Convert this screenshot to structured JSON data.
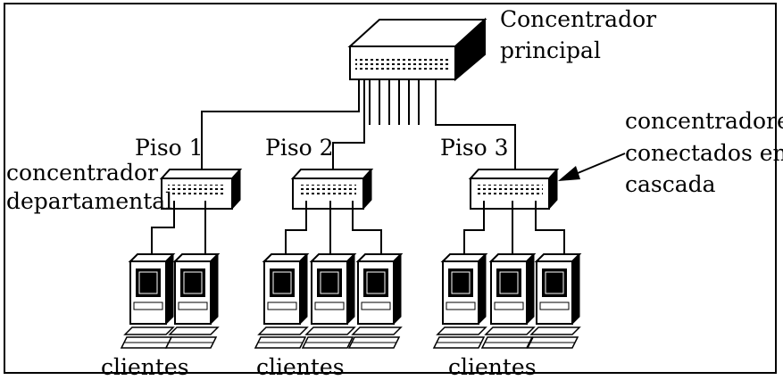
{
  "labels": {
    "main_hub": [
      "Concentrador",
      "principal"
    ],
    "floors": [
      "Piso 1",
      "Piso 2",
      "Piso 3"
    ],
    "department_hub": [
      "concentrador",
      "departamental"
    ],
    "cascade_note": [
      "concentradores",
      "conectados en",
      "cascada"
    ],
    "clients": [
      "clientes",
      "clientes",
      "clientes"
    ]
  }
}
